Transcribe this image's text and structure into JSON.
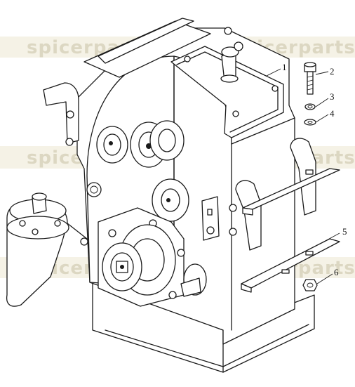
{
  "watermark": {
    "text_top_left": "spicerparts.ru",
    "text_top_right": "spicerparts",
    "text_mid_left": "spicerparts.ru",
    "text_mid_right": "spicerparts",
    "text_bot_left": "spicerparts",
    "text_bot_right": "spicerparts"
  },
  "callouts": {
    "c1": "1",
    "c2": "2",
    "c3": "3",
    "c4": "4",
    "c5": "5",
    "c6": "6"
  },
  "colors": {
    "line": "#1a1a1a",
    "watermark": "#c9c2a6",
    "background": "#ffffff"
  }
}
